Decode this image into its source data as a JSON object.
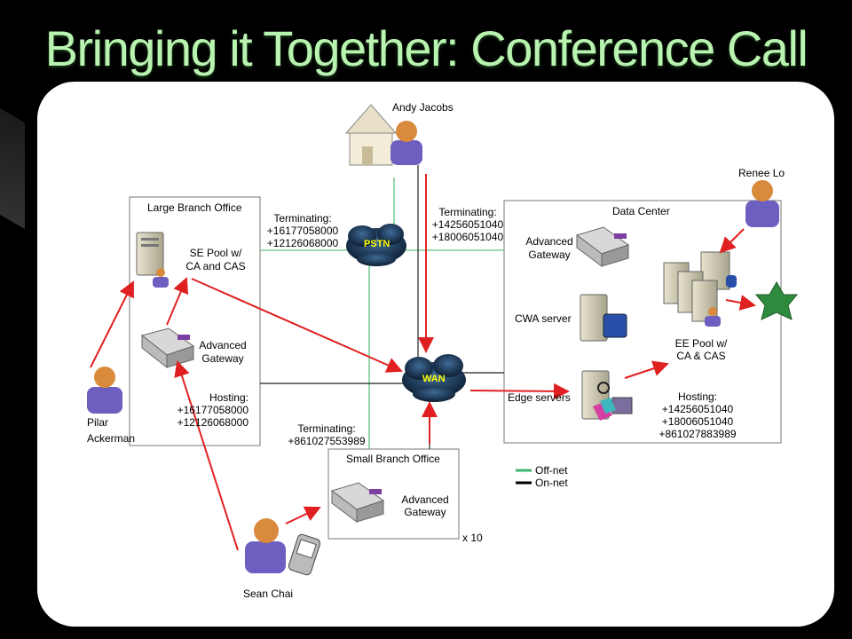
{
  "title": "Bringing it Together: Conference Call",
  "people": {
    "andy": "Andy Jacobs",
    "renee": "Renee Lo",
    "pilar_1": "Pilar",
    "pilar_2": "Ackerman",
    "sean": "Sean Chai"
  },
  "large_branch": {
    "title": "Large Branch Office",
    "se_pool": [
      "SE Pool w/",
      "CA and CAS"
    ],
    "gateway": [
      "Advanced",
      "Gateway"
    ],
    "hosting": [
      "Hosting:",
      "+16177058000",
      "+12126068000"
    ]
  },
  "term_large": [
    "Terminating:",
    "+16177058000",
    "+12126068000"
  ],
  "term_dc": [
    "Terminating:",
    "+14256051040",
    "+18006051040"
  ],
  "term_small": [
    "Terminating:",
    "+861027553989"
  ],
  "clouds": {
    "pstn": "PSTN",
    "wan": "WAN"
  },
  "data_center": {
    "title": "Data Center",
    "gateway": [
      "Advanced",
      "Gateway"
    ],
    "cwa": "CWA server",
    "ee_pool": [
      "EE Pool w/",
      "CA & CAS"
    ],
    "edge": "Edge servers",
    "hosting": [
      "Hosting:",
      "+14256051040",
      "+18006051040",
      "+861027883989"
    ]
  },
  "small_branch": {
    "title": "Small Branch Office",
    "gateway": [
      "Advanced",
      "Gateway"
    ],
    "multiplier": "x 10"
  },
  "legend": [
    {
      "label": "Off-net",
      "color": "#3cb371"
    },
    {
      "label": "On-net",
      "color": "#000000"
    }
  ],
  "colors": {
    "title": "#b9f3b0",
    "arrow": "#e02020",
    "offnet": "#5fc47e",
    "cloud": "#1e3a5a",
    "star": "#2e8b3e"
  }
}
